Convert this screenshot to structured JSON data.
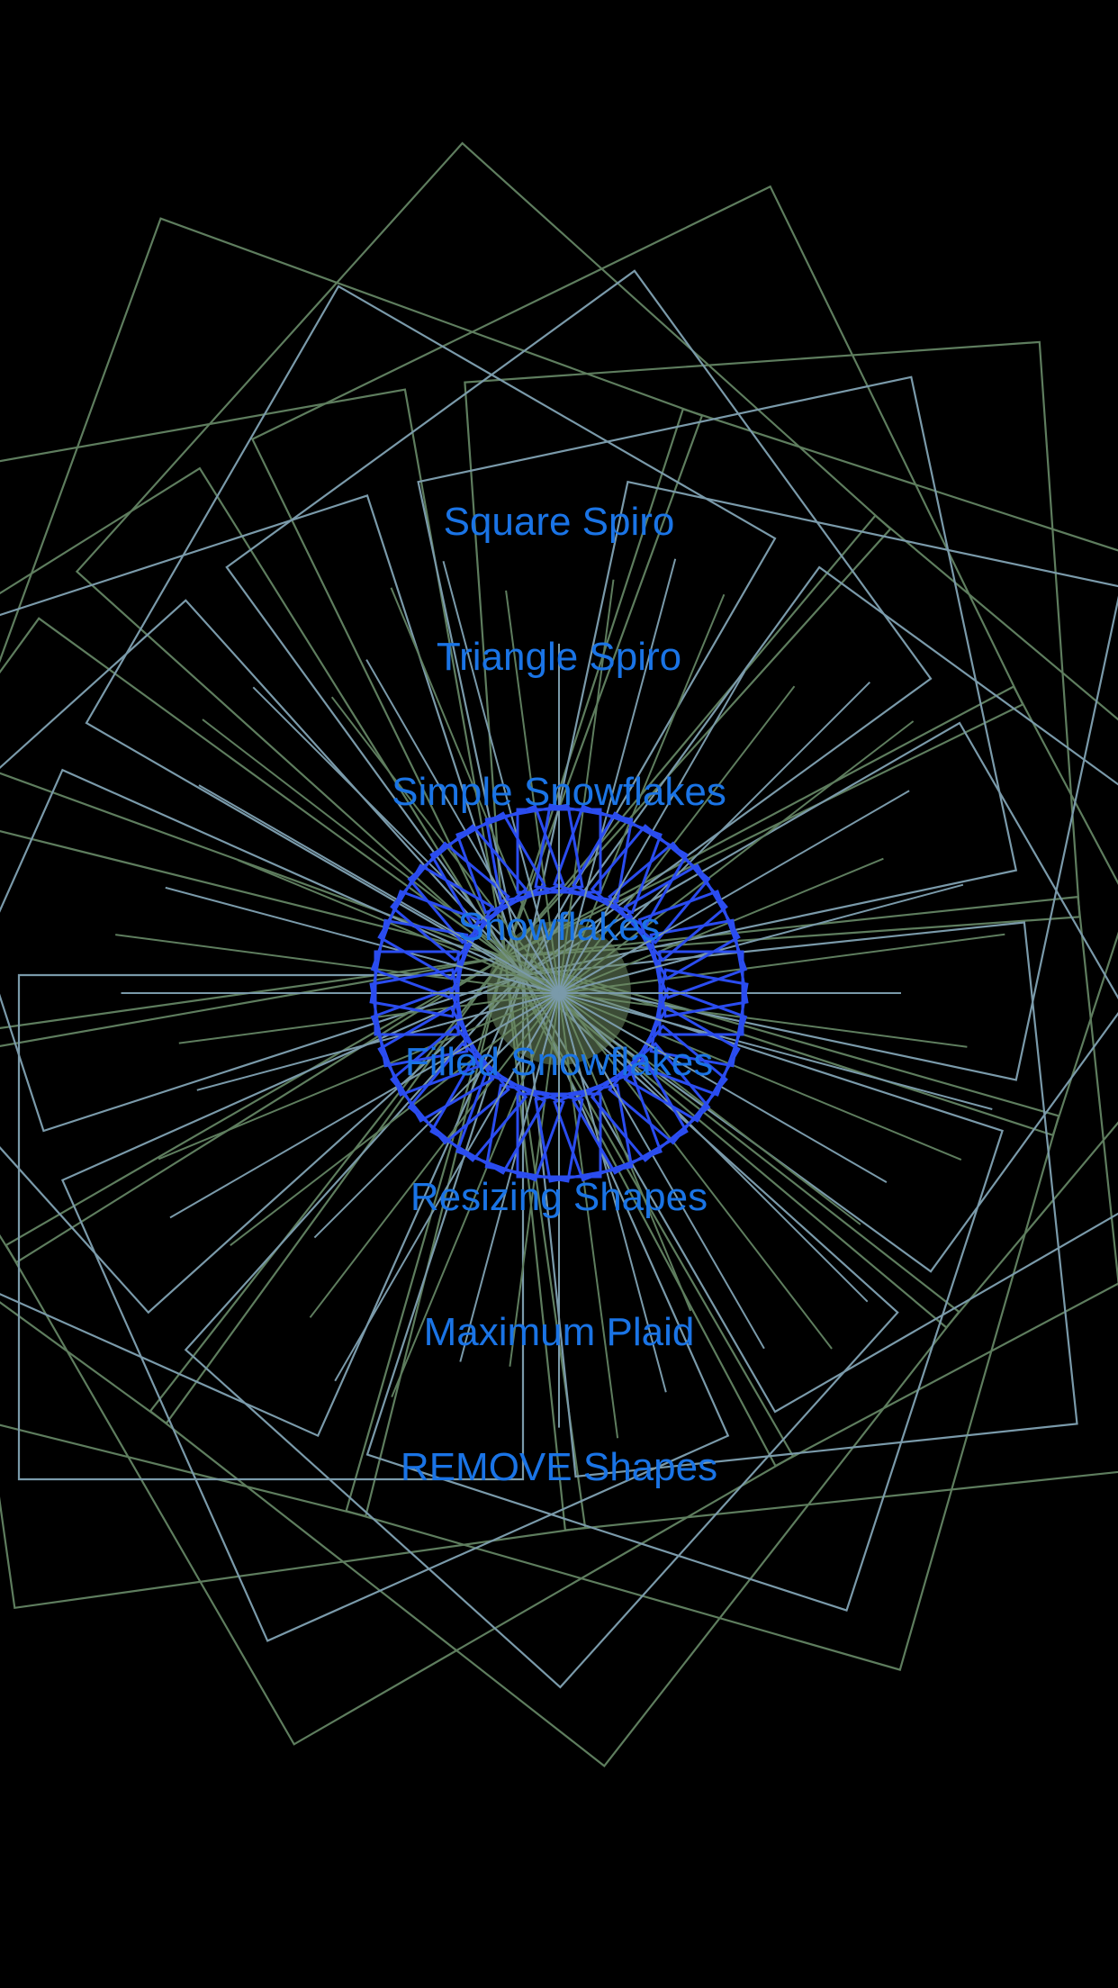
{
  "colors": {
    "background": "#000000",
    "button_text": "#1a74e6",
    "spiro_green": "#5e7d5e",
    "spiro_blue_gray": "#7a9aaa",
    "snowflake_blue": "#2a4cf0",
    "snowflake_fill_green": "#6e8a62"
  },
  "menu": {
    "items": [
      {
        "label": "Square Spiro"
      },
      {
        "label": "Triangle Spiro"
      },
      {
        "label": "Simple Snowflakes"
      },
      {
        "label": "Snowflakes"
      },
      {
        "label": "Filled Snowflakes"
      },
      {
        "label": "Resizing Shapes"
      },
      {
        "label": "Maximum Plaid"
      },
      {
        "label": "REMOVE Shapes"
      }
    ]
  }
}
